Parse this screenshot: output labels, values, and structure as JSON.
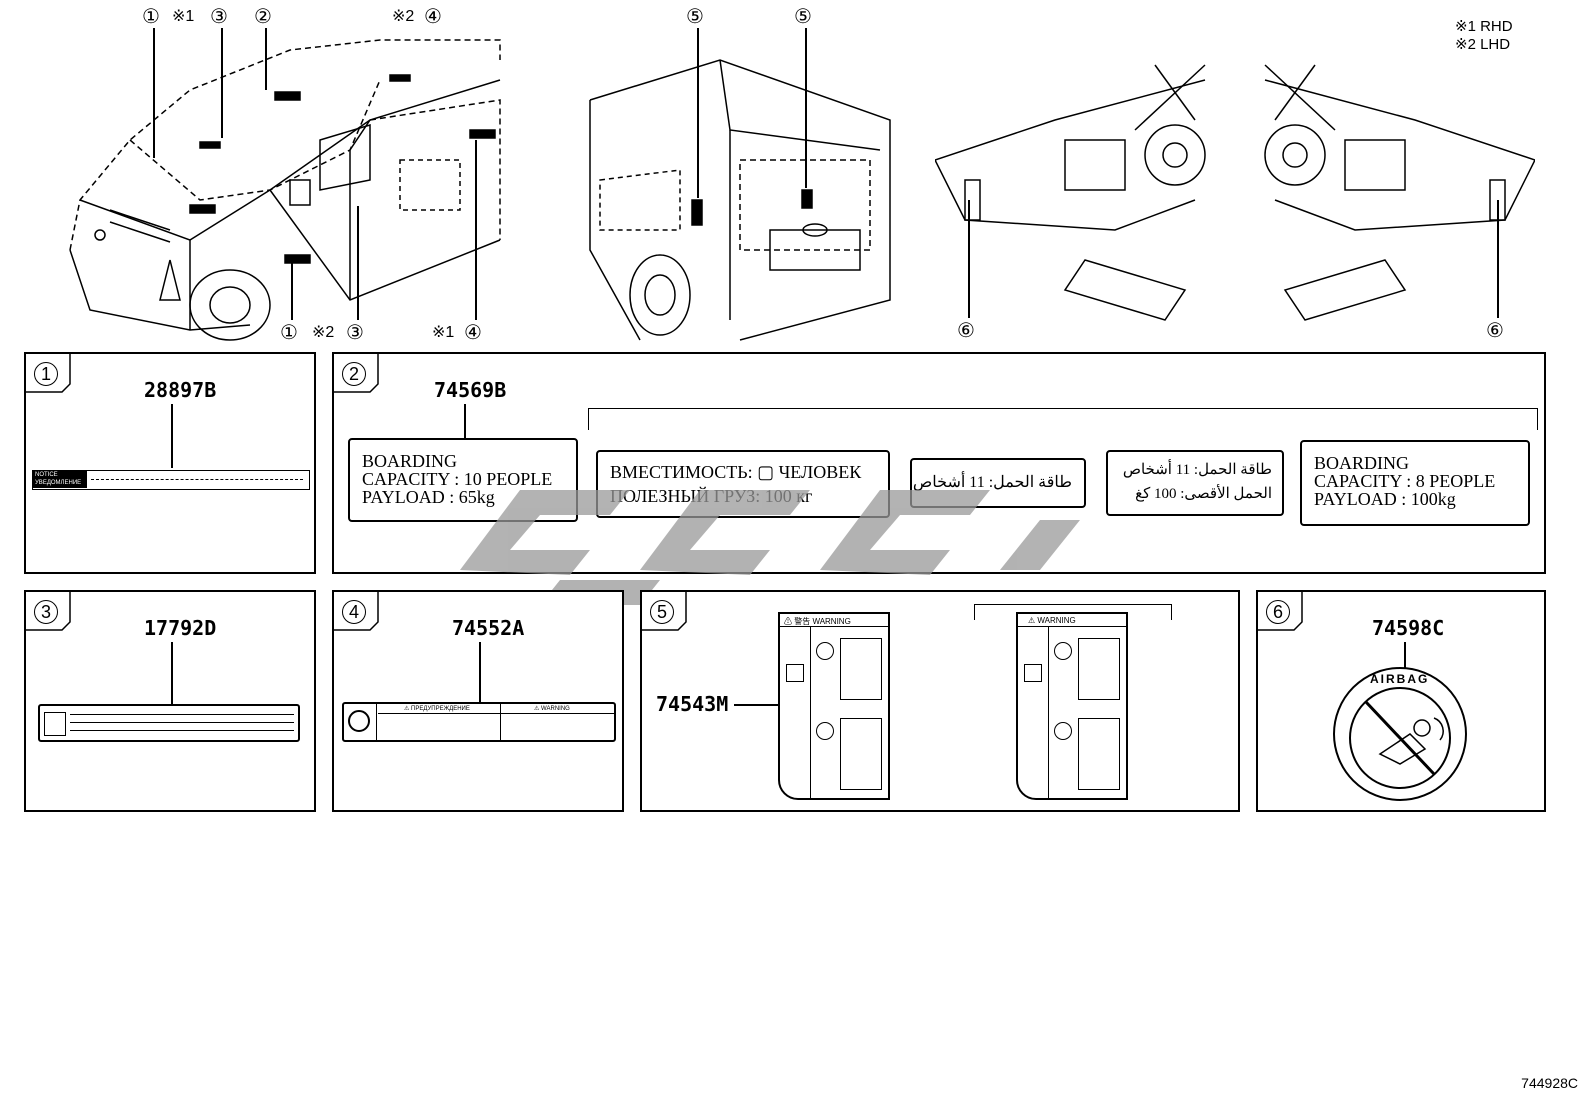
{
  "legend": {
    "rhd": "※1 RHD",
    "lhd": "※2 LHD"
  },
  "callouts": {
    "c1": "①",
    "c2": "②",
    "c3": "③",
    "c4": "④",
    "c5": "⑤",
    "c6": "⑥",
    "n1": "※1",
    "n2": "※2"
  },
  "panels": {
    "p1": {
      "num": "1",
      "code": "28897B",
      "label_text": "NOTICE УВЕДОМЛЕНИЕ"
    },
    "p2": {
      "num": "2",
      "code": "74569B",
      "box1": {
        "line1": "BOARDING",
        "line2": "CAPACITY : 10 PEOPLE",
        "line3": "PAYLOAD : 65kg"
      },
      "box2": {
        "line1": "ВМЕСТИМОСТЬ: ▢ ЧЕЛОВЕК",
        "line2": "ПОЛЕЗНЫЙ ГРУЗ: 100 кг"
      },
      "box3": {
        "line1": "طاقة الحمل: 11 أشخاص"
      },
      "box4": {
        "line1": "طاقة الحمل: 11 أشخاص",
        "line2": "الحمل الأقصى: 100 كغ"
      },
      "box5": {
        "line1": "BOARDING",
        "line2": "CAPACITY : 8 PEOPLE",
        "line3": "PAYLOAD : 100kg"
      }
    },
    "p3": {
      "num": "3",
      "code": "17792D"
    },
    "p4": {
      "num": "4",
      "code": "74552A",
      "warn1": "⚠ ПРЕДУПРЕЖДЕНИЕ",
      "warn2": "⚠ WARNING"
    },
    "p5": {
      "num": "5",
      "code": "74543M",
      "warn_a": "⚠ 警告   WARNING",
      "warn_b": "⚠  WARNING"
    },
    "p6": {
      "num": "6",
      "code": "74598C",
      "airbag": "AIRBAG"
    }
  },
  "diagram_number": "744928C"
}
